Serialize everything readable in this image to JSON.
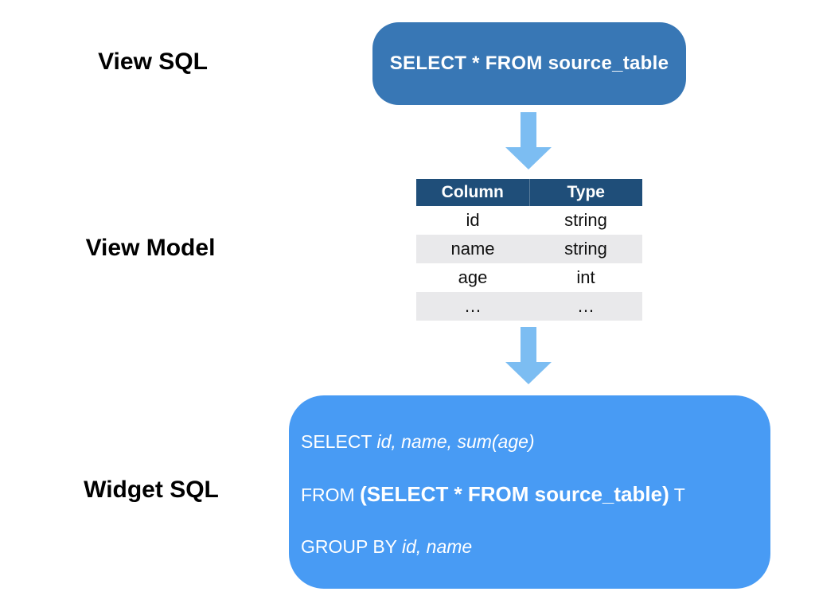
{
  "labels": {
    "view_sql": "View SQL",
    "view_model": "View Model",
    "widget_sql": "Widget SQL"
  },
  "view_sql_box": {
    "text": "SELECT * FROM source_table",
    "fill": "#3877B5",
    "text_color": "#FFFFFF"
  },
  "view_model_table": {
    "columns": [
      "Column",
      "Type"
    ],
    "rows": [
      [
        "id",
        "string"
      ],
      [
        "name",
        "string"
      ],
      [
        "age",
        "int"
      ],
      [
        "…",
        "…"
      ]
    ],
    "header_fill": "#1F4E79",
    "header_text_color": "#FFFFFF",
    "alt_row_fill": "#E9E9EB"
  },
  "widget_sql_box": {
    "fill": "#489BF4",
    "text_color": "#FFFFFF",
    "lines": [
      {
        "segments": [
          {
            "text": "SELECT ",
            "style": "regular"
          },
          {
            "text": "id, name, sum(age)",
            "style": "italic"
          }
        ]
      },
      {
        "segments": [
          {
            "text": "FROM ",
            "style": "regular"
          },
          {
            "text": "(SELECT * FROM source_table)",
            "style": "bold"
          },
          {
            "text": " T",
            "style": "regular"
          }
        ]
      },
      {
        "segments": [
          {
            "text": "GROUP BY ",
            "style": "regular"
          },
          {
            "text": "id, name",
            "style": "italic"
          }
        ]
      }
    ]
  },
  "arrows": {
    "color": "#7CBDF2",
    "icon": "down-arrow"
  }
}
